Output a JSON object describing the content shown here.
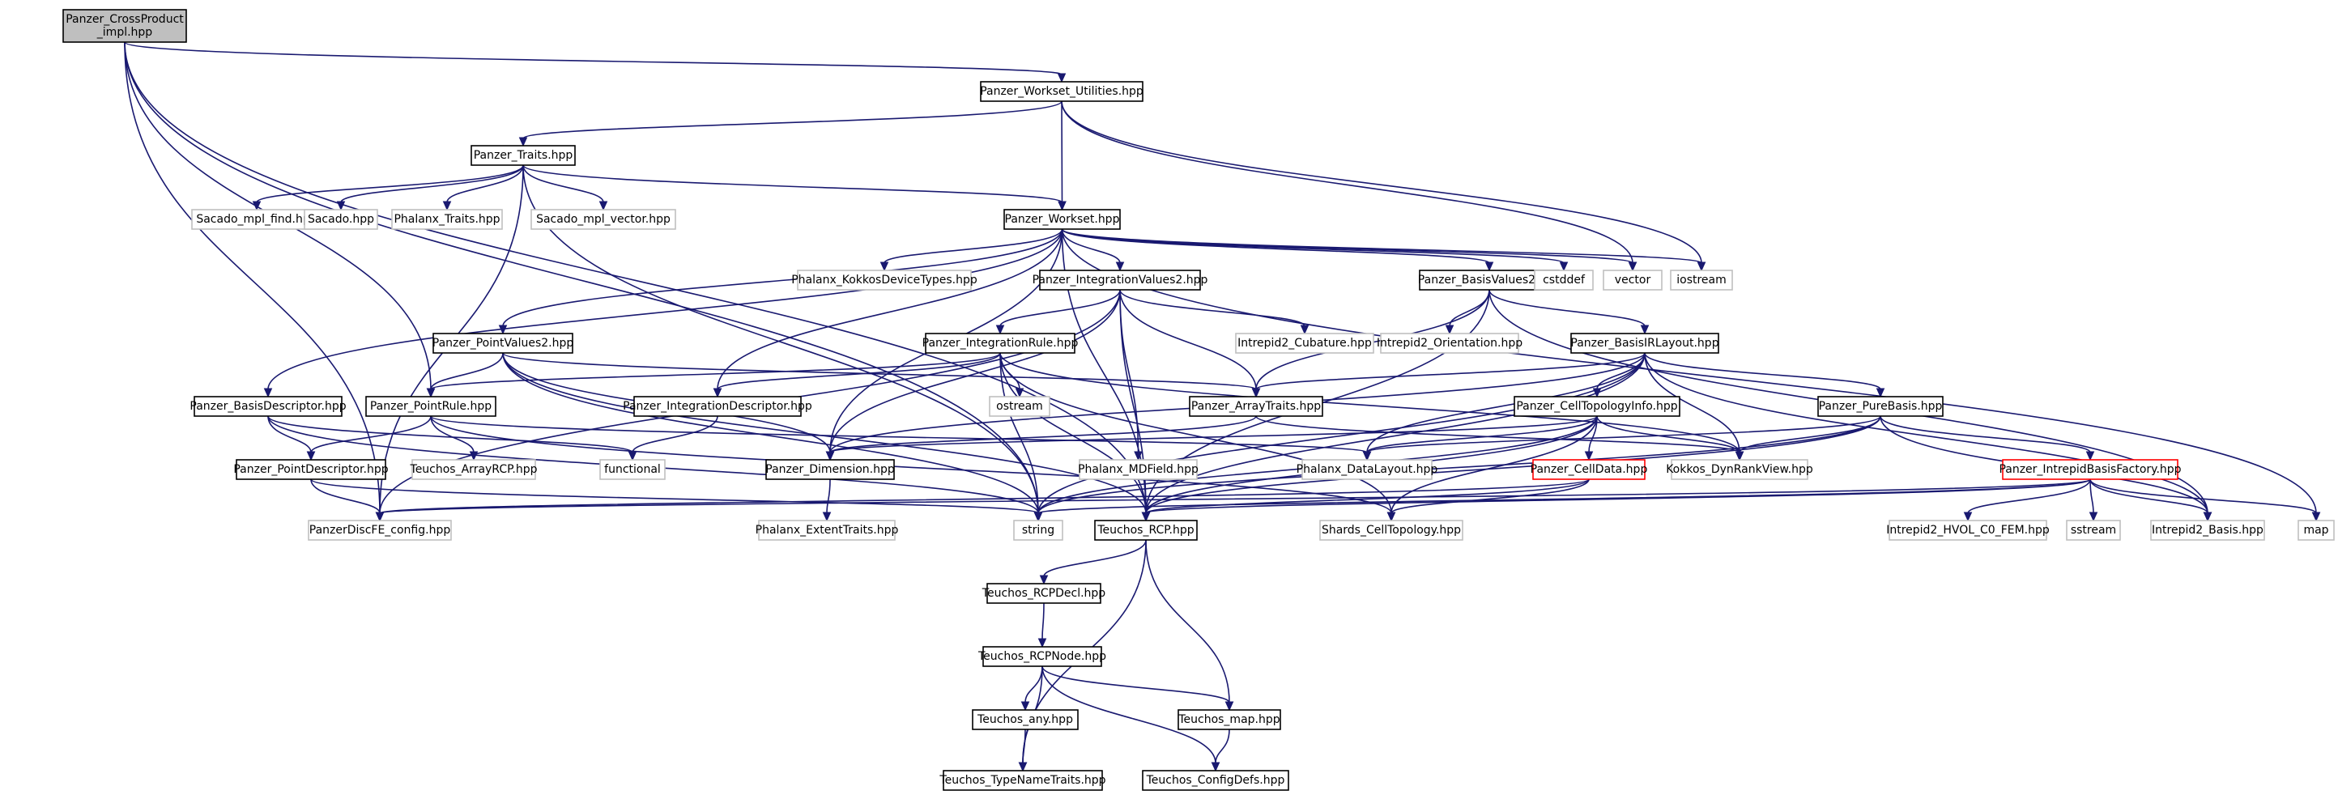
{
  "colors": {
    "edge": "#191970",
    "primary_border": "#000000",
    "external_border": "#bfbfbf",
    "truncated_border": "#ff0000",
    "root_fill": "#bfbfbf"
  },
  "nodes": [
    {
      "id": "root",
      "label": [
        "Panzer_CrossProduct",
        "_impl.hpp"
      ],
      "kind": "root"
    },
    {
      "id": "workset_util",
      "label": [
        "Panzer_Workset_Utilities.hpp"
      ],
      "kind": "primary"
    },
    {
      "id": "traits",
      "label": [
        "Panzer_Traits.hpp"
      ],
      "kind": "primary"
    },
    {
      "id": "workset",
      "label": [
        "Panzer_Workset.hpp"
      ],
      "kind": "primary"
    },
    {
      "id": "sacado_find",
      "label": [
        "Sacado_mpl_find.hpp"
      ],
      "kind": "external"
    },
    {
      "id": "sacado",
      "label": [
        "Sacado.hpp"
      ],
      "kind": "external"
    },
    {
      "id": "phalanx_traits",
      "label": [
        "Phalanx_Traits.hpp"
      ],
      "kind": "external"
    },
    {
      "id": "sacado_vector",
      "label": [
        "Sacado_mpl_vector.hpp"
      ],
      "kind": "external"
    },
    {
      "id": "phalanx_kokkos_dt",
      "label": [
        "Phalanx_KokkosDeviceTypes.hpp"
      ],
      "kind": "external"
    },
    {
      "id": "int_values2",
      "label": [
        "Panzer_IntegrationValues2.hpp"
      ],
      "kind": "primary"
    },
    {
      "id": "basis_values2",
      "label": [
        "Panzer_BasisValues2.hpp"
      ],
      "kind": "primary"
    },
    {
      "id": "cstddef",
      "label": [
        "cstddef"
      ],
      "kind": "external"
    },
    {
      "id": "vector",
      "label": [
        "vector"
      ],
      "kind": "external"
    },
    {
      "id": "iostream",
      "label": [
        "iostream"
      ],
      "kind": "external"
    },
    {
      "id": "intrepid2_cubature",
      "label": [
        "Intrepid2_Cubature.hpp"
      ],
      "kind": "external"
    },
    {
      "id": "intrepid2_orientation",
      "label": [
        "Intrepid2_Orientation.hpp"
      ],
      "kind": "external"
    },
    {
      "id": "point_values2",
      "label": [
        "Panzer_PointValues2.hpp"
      ],
      "kind": "primary"
    },
    {
      "id": "int_rule",
      "label": [
        "Panzer_IntegrationRule.hpp"
      ],
      "kind": "primary"
    },
    {
      "id": "basis_irlayout",
      "label": [
        "Panzer_BasisIRLayout.hpp"
      ],
      "kind": "primary"
    },
    {
      "id": "basis_descriptor",
      "label": [
        "Panzer_BasisDescriptor.hpp"
      ],
      "kind": "primary"
    },
    {
      "id": "point_rule",
      "label": [
        "Panzer_PointRule.hpp"
      ],
      "kind": "primary"
    },
    {
      "id": "int_descriptor",
      "label": [
        "Panzer_IntegrationDescriptor.hpp"
      ],
      "kind": "primary"
    },
    {
      "id": "ostream",
      "label": [
        "ostream"
      ],
      "kind": "external"
    },
    {
      "id": "array_traits",
      "label": [
        "Panzer_ArrayTraits.hpp"
      ],
      "kind": "primary"
    },
    {
      "id": "cell_topo_info",
      "label": [
        "Panzer_CellTopologyInfo.hpp"
      ],
      "kind": "primary"
    },
    {
      "id": "pure_basis",
      "label": [
        "Panzer_PureBasis.hpp"
      ],
      "kind": "primary"
    },
    {
      "id": "point_descriptor",
      "label": [
        "Panzer_PointDescriptor.hpp"
      ],
      "kind": "primary"
    },
    {
      "id": "teuchos_arrayrcp",
      "label": [
        "Teuchos_ArrayRCP.hpp"
      ],
      "kind": "external"
    },
    {
      "id": "functional",
      "label": [
        "functional"
      ],
      "kind": "external"
    },
    {
      "id": "dimension",
      "label": [
        "Panzer_Dimension.hpp"
      ],
      "kind": "primary"
    },
    {
      "id": "phalanx_mdfield",
      "label": [
        "Phalanx_MDField.hpp"
      ],
      "kind": "external"
    },
    {
      "id": "phalanx_datalayout",
      "label": [
        "Phalanx_DataLayout.hpp"
      ],
      "kind": "external"
    },
    {
      "id": "cell_data",
      "label": [
        "Panzer_CellData.hpp"
      ],
      "kind": "truncated"
    },
    {
      "id": "kokkos_drv",
      "label": [
        "Kokkos_DynRankView.hpp"
      ],
      "kind": "external"
    },
    {
      "id": "intrepid_bf",
      "label": [
        "Panzer_IntrepidBasisFactory.hpp"
      ],
      "kind": "truncated"
    },
    {
      "id": "discfe_config",
      "label": [
        "PanzerDiscFE_config.hpp"
      ],
      "kind": "external"
    },
    {
      "id": "string",
      "label": [
        "string"
      ],
      "kind": "external"
    },
    {
      "id": "phalanx_extent",
      "label": [
        "Phalanx_ExtentTraits.hpp"
      ],
      "kind": "external"
    },
    {
      "id": "teuchos_rcp",
      "label": [
        "Teuchos_RCP.hpp"
      ],
      "kind": "primary"
    },
    {
      "id": "shards_ct",
      "label": [
        "Shards_CellTopology.hpp"
      ],
      "kind": "external"
    },
    {
      "id": "intrepid2_hvol",
      "label": [
        "Intrepid2_HVOL_C0_FEM.hpp"
      ],
      "kind": "external"
    },
    {
      "id": "sstream",
      "label": [
        "sstream"
      ],
      "kind": "external"
    },
    {
      "id": "intrepid2_basis",
      "label": [
        "Intrepid2_Basis.hpp"
      ],
      "kind": "external"
    },
    {
      "id": "map",
      "label": [
        "map"
      ],
      "kind": "external"
    },
    {
      "id": "teuchos_rcpdecl",
      "label": [
        "Teuchos_RCPDecl.hpp"
      ],
      "kind": "primary"
    },
    {
      "id": "teuchos_rcpnode",
      "label": [
        "Teuchos_RCPNode.hpp"
      ],
      "kind": "primary"
    },
    {
      "id": "teuchos_any",
      "label": [
        "Teuchos_any.hpp"
      ],
      "kind": "primary"
    },
    {
      "id": "teuchos_map",
      "label": [
        "Teuchos_map.hpp"
      ],
      "kind": "primary"
    },
    {
      "id": "teuchos_typename",
      "label": [
        "Teuchos_TypeNameTraits.hpp"
      ],
      "kind": "primary"
    },
    {
      "id": "teuchos_configdefs",
      "label": [
        "Teuchos_ConfigDefs.hpp"
      ],
      "kind": "primary"
    }
  ],
  "edges": [
    [
      "root",
      "workset_util"
    ],
    [
      "root",
      "point_rule"
    ],
    [
      "root",
      "teuchos_rcp"
    ],
    [
      "root",
      "string"
    ],
    [
      "root",
      "discfe_config"
    ],
    [
      "workset_util",
      "traits"
    ],
    [
      "workset_util",
      "workset"
    ],
    [
      "workset_util",
      "vector"
    ],
    [
      "workset_util",
      "iostream"
    ],
    [
      "traits",
      "sacado_find"
    ],
    [
      "traits",
      "sacado"
    ],
    [
      "traits",
      "phalanx_traits"
    ],
    [
      "traits",
      "sacado_vector"
    ],
    [
      "traits",
      "workset"
    ],
    [
      "traits",
      "discfe_config"
    ],
    [
      "traits",
      "string"
    ],
    [
      "workset",
      "phalanx_kokkos_dt"
    ],
    [
      "workset",
      "int_values2"
    ],
    [
      "workset",
      "basis_values2"
    ],
    [
      "workset",
      "cstddef"
    ],
    [
      "workset",
      "vector"
    ],
    [
      "workset",
      "iostream"
    ],
    [
      "workset",
      "map"
    ],
    [
      "workset",
      "point_values2"
    ],
    [
      "workset",
      "basis_descriptor"
    ],
    [
      "workset",
      "int_descriptor"
    ],
    [
      "workset",
      "dimension"
    ],
    [
      "workset",
      "teuchos_rcp"
    ],
    [
      "int_values2",
      "intrepid2_cubature"
    ],
    [
      "int_values2",
      "int_rule"
    ],
    [
      "int_values2",
      "array_traits"
    ],
    [
      "int_values2",
      "phalanx_mdfield"
    ],
    [
      "int_values2",
      "dimension"
    ],
    [
      "int_values2",
      "teuchos_rcp"
    ],
    [
      "int_values2",
      "discfe_config"
    ],
    [
      "basis_values2",
      "intrepid2_orientation"
    ],
    [
      "basis_values2",
      "basis_irlayout"
    ],
    [
      "basis_values2",
      "array_traits"
    ],
    [
      "basis_values2",
      "intrepid2_basis"
    ],
    [
      "basis_values2",
      "teuchos_rcp"
    ],
    [
      "point_values2",
      "point_rule"
    ],
    [
      "point_values2",
      "array_traits"
    ],
    [
      "point_values2",
      "dimension"
    ],
    [
      "point_values2",
      "teuchos_rcp"
    ],
    [
      "point_values2",
      "string"
    ],
    [
      "int_rule",
      "point_rule"
    ],
    [
      "int_rule",
      "int_descriptor"
    ],
    [
      "int_rule",
      "ostream"
    ],
    [
      "int_rule",
      "string"
    ],
    [
      "int_rule",
      "teuchos_rcp"
    ],
    [
      "int_rule",
      "kokkos_drv"
    ],
    [
      "int_rule",
      "shards_ct"
    ],
    [
      "basis_irlayout",
      "array_traits"
    ],
    [
      "basis_irlayout",
      "cell_topo_info"
    ],
    [
      "basis_irlayout",
      "pure_basis"
    ],
    [
      "basis_irlayout",
      "kokkos_drv"
    ],
    [
      "basis_irlayout",
      "phalanx_datalayout"
    ],
    [
      "basis_irlayout",
      "dimension"
    ],
    [
      "basis_irlayout",
      "teuchos_rcp"
    ],
    [
      "basis_irlayout",
      "string"
    ],
    [
      "basis_irlayout",
      "intrepid2_basis"
    ],
    [
      "basis_descriptor",
      "point_descriptor"
    ],
    [
      "basis_descriptor",
      "functional"
    ],
    [
      "basis_descriptor",
      "string"
    ],
    [
      "point_rule",
      "point_descriptor"
    ],
    [
      "point_rule",
      "teuchos_arrayrcp"
    ],
    [
      "point_rule",
      "phalanx_datalayout"
    ],
    [
      "point_rule",
      "shards_ct"
    ],
    [
      "int_descriptor",
      "functional"
    ],
    [
      "array_traits",
      "dimension"
    ],
    [
      "array_traits",
      "kokkos_drv"
    ],
    [
      "cell_topo_info",
      "cell_data"
    ],
    [
      "cell_topo_info",
      "phalanx_datalayout"
    ],
    [
      "cell_topo_info",
      "kokkos_drv"
    ],
    [
      "cell_topo_info",
      "dimension"
    ],
    [
      "cell_topo_info",
      "teuchos_rcp"
    ],
    [
      "cell_topo_info",
      "string"
    ],
    [
      "cell_topo_info",
      "shards_ct"
    ],
    [
      "pure_basis",
      "intrepid_bf"
    ],
    [
      "pure_basis",
      "kokkos_drv"
    ],
    [
      "pure_basis",
      "phalanx_datalayout"
    ],
    [
      "pure_basis",
      "intrepid2_basis"
    ],
    [
      "pure_basis",
      "teuchos_rcp"
    ],
    [
      "pure_basis",
      "string"
    ],
    [
      "point_descriptor",
      "string"
    ],
    [
      "point_descriptor",
      "discfe_config"
    ],
    [
      "dimension",
      "phalanx_extent"
    ],
    [
      "cell_data",
      "teuchos_rcp"
    ],
    [
      "cell_data",
      "shards_ct"
    ],
    [
      "cell_data",
      "discfe_config"
    ],
    [
      "intrepid_bf",
      "intrepid2_hvol"
    ],
    [
      "intrepid_bf",
      "sstream"
    ],
    [
      "intrepid_bf",
      "intrepid2_basis"
    ],
    [
      "intrepid_bf",
      "map"
    ],
    [
      "intrepid_bf",
      "teuchos_rcp"
    ],
    [
      "intrepid_bf",
      "string"
    ],
    [
      "intrepid_bf",
      "discfe_config"
    ],
    [
      "teuchos_rcp",
      "teuchos_rcpdecl"
    ],
    [
      "teuchos_rcp",
      "teuchos_typename"
    ],
    [
      "teuchos_rcp",
      "teuchos_map"
    ],
    [
      "teuchos_rcpdecl",
      "teuchos_rcpnode"
    ],
    [
      "teuchos_rcpnode",
      "teuchos_any"
    ],
    [
      "teuchos_rcpnode",
      "teuchos_map"
    ],
    [
      "teuchos_rcpnode",
      "teuchos_typename"
    ],
    [
      "teuchos_rcpnode",
      "teuchos_configdefs"
    ],
    [
      "teuchos_any",
      "teuchos_typename"
    ],
    [
      "teuchos_map",
      "teuchos_configdefs"
    ]
  ]
}
